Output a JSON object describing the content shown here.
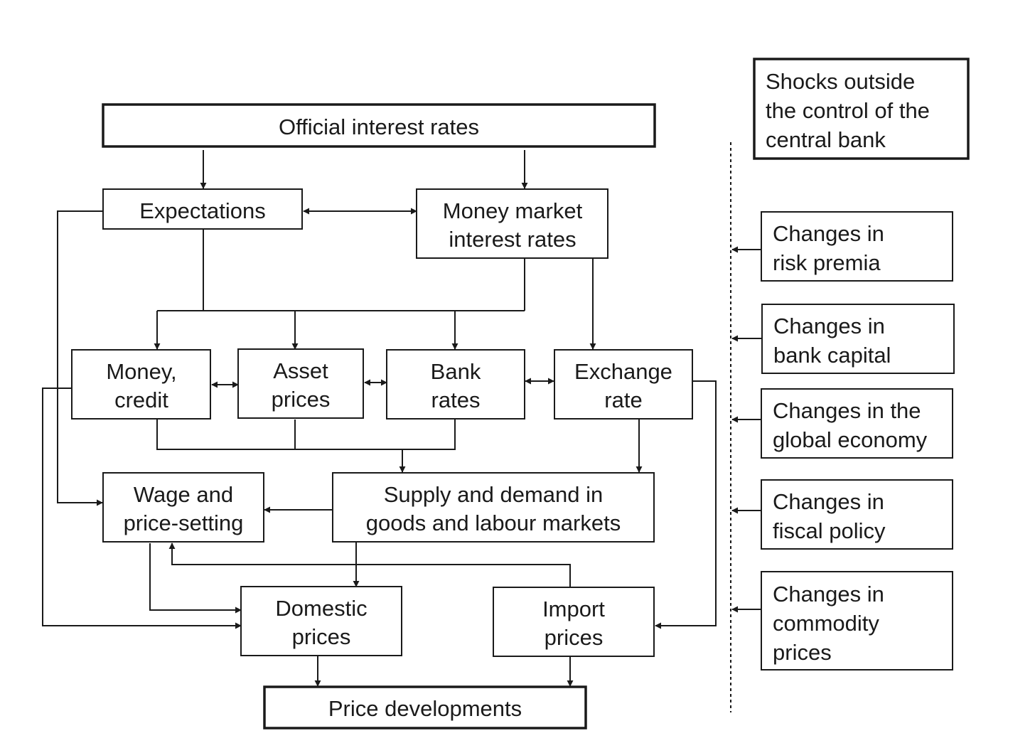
{
  "diagram": {
    "nodes": {
      "official_rates": {
        "lines": [
          "Official interest rates"
        ]
      },
      "expectations": {
        "lines": [
          "Expectations"
        ]
      },
      "money_market": {
        "lines": [
          "Money market",
          "interest rates"
        ]
      },
      "money_credit": {
        "lines": [
          "Money,",
          "credit"
        ]
      },
      "asset_prices": {
        "lines": [
          "Asset",
          "prices"
        ]
      },
      "bank_rates": {
        "lines": [
          "Bank",
          "rates"
        ]
      },
      "exchange_rate": {
        "lines": [
          "Exchange",
          "rate"
        ]
      },
      "wage_price": {
        "lines": [
          "Wage and",
          "price-setting"
        ]
      },
      "supply_demand": {
        "lines": [
          "Supply and demand in",
          "goods and labour markets"
        ]
      },
      "domestic_prices": {
        "lines": [
          "Domestic",
          "prices"
        ]
      },
      "import_prices": {
        "lines": [
          "Import",
          "prices"
        ]
      },
      "price_dev": {
        "lines": [
          "Price developments"
        ]
      },
      "shocks": {
        "lines": [
          "Shocks outside",
          "the control of the",
          "central bank"
        ]
      },
      "risk_premia": {
        "lines": [
          "Changes in",
          "risk premia"
        ]
      },
      "bank_capital": {
        "lines": [
          "Changes in",
          "bank capital"
        ]
      },
      "global_economy": {
        "lines": [
          "Changes in the",
          "global economy"
        ]
      },
      "fiscal_policy": {
        "lines": [
          "Changes in",
          "fiscal policy"
        ]
      },
      "commodity_prices": {
        "lines": [
          "Changes in",
          "commodity",
          "prices"
        ]
      }
    }
  }
}
